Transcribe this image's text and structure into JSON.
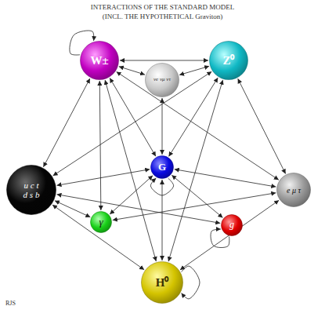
{
  "diagram": {
    "title": "INTERACTIONS OF THE STANDARD MODEL (INCL. THE HYPOTHETICAL Graviton)",
    "nodes": [
      {
        "text": [
          "W±"
        ]
      },
      {
        "text": [
          "νe νμ ντ"
        ]
      },
      {
        "text": [
          "Z⁰"
        ]
      },
      {
        "text": [
          "u c t d s b"
        ]
      },
      {
        "text": [
          "G"
        ]
      },
      {
        "text": [
          "e μ τ"
        ]
      },
      {
        "text": [
          "γ"
        ]
      },
      {
        "text": [
          "g"
        ]
      },
      {
        "text": [
          "H⁰"
        ]
      }
    ],
    "edges": [
      {
        "from": 0,
        "to": 0,
        "arrow": "to"
      },
      {
        "from": 0,
        "to": 2,
        "arrow": "both"
      },
      {
        "from": 0,
        "to": 1,
        "arrow": "both"
      },
      {
        "from": 0,
        "to": 3,
        "arrow": "both"
      },
      {
        "from": 0,
        "to": 5,
        "arrow": "both"
      },
      {
        "from": 0,
        "to": 6,
        "arrow": "both"
      },
      {
        "from": 0,
        "to": 8,
        "arrow": "both"
      },
      {
        "from": 0,
        "to": 4,
        "arrow": "both"
      },
      {
        "from": 1,
        "to": 2,
        "arrow": "both"
      },
      {
        "from": 1,
        "to": 4,
        "arrow": "both"
      },
      {
        "from": 2,
        "to": 3,
        "arrow": "both"
      },
      {
        "from": 2,
        "to": 5,
        "arrow": "both"
      },
      {
        "from": 2,
        "to": 8,
        "arrow": "both"
      },
      {
        "from": 2,
        "to": 4,
        "arrow": "both"
      },
      {
        "from": 3,
        "to": 4,
        "arrow": "both"
      },
      {
        "from": 5,
        "to": 4,
        "arrow": "both"
      },
      {
        "from": 6,
        "to": 3,
        "arrow": "both"
      },
      {
        "from": 6,
        "to": 5,
        "arrow": "both"
      },
      {
        "from": 6,
        "to": 4,
        "arrow": "both"
      },
      {
        "from": 7,
        "to": 3,
        "arrow": "both"
      },
      {
        "from": 7,
        "to": 4,
        "arrow": "both"
      },
      {
        "from": 7,
        "to": 7,
        "arrow": "to"
      },
      {
        "from": 8,
        "to": 3,
        "arrow": "both"
      },
      {
        "from": 8,
        "to": 5,
        "arrow": "both"
      },
      {
        "from": 8,
        "to": 4,
        "arrow": "both"
      },
      {
        "from": 8,
        "to": 8,
        "arrow": "to"
      },
      {
        "from": 4,
        "to": 4,
        "arrow": "to"
      }
    ],
    "labels": [
      "RJS"
    ]
  }
}
